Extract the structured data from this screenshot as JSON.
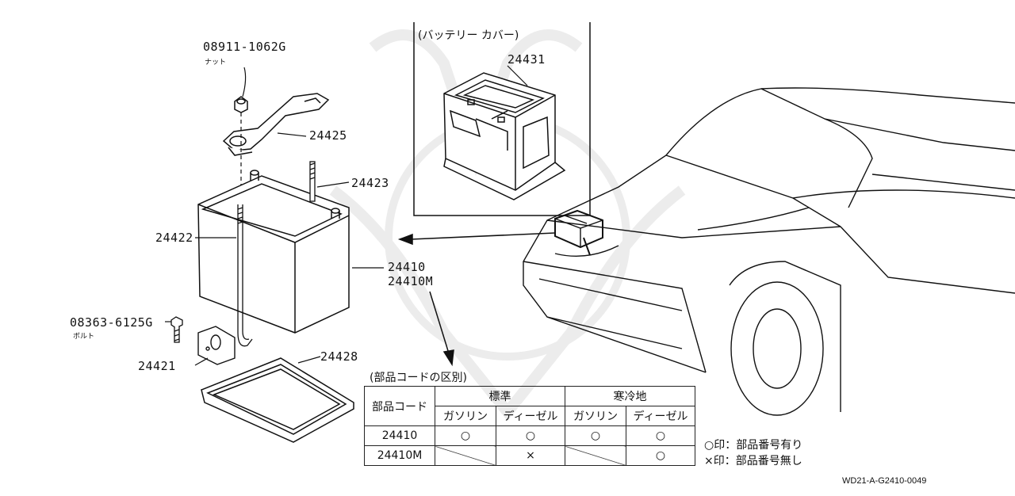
{
  "labels": {
    "nut_part": "08911-1062G",
    "nut_name": "ナット",
    "bracket": "24425",
    "rod_long": "24423",
    "rod_hook": "24422",
    "battery": "24410",
    "battery_m": "24410M",
    "bolt_part": "08363-6125G",
    "bolt_name": "ボルト",
    "plate": "24421",
    "tray": "24428",
    "cover": "24431",
    "cover_caption": "(バッテリー カバー)"
  },
  "table": {
    "title": "(部品コードの区別)",
    "code_header": "部品コード",
    "group_standard": "標準",
    "group_cold": "寒冷地",
    "gasoline": "ガソリン",
    "diesel": "ディーゼル",
    "rows": [
      {
        "code": "24410",
        "std_gas": "○",
        "std_diesel": "○",
        "cold_gas": "○",
        "cold_diesel": "○"
      },
      {
        "code": "24410M",
        "std_diesel": "×",
        "cold_diesel": "○"
      }
    ]
  },
  "legend": {
    "circle": "○印：部品番号有り",
    "cross": "×印：部品番号無し"
  },
  "reference": "WD21-A-G2410-0049"
}
